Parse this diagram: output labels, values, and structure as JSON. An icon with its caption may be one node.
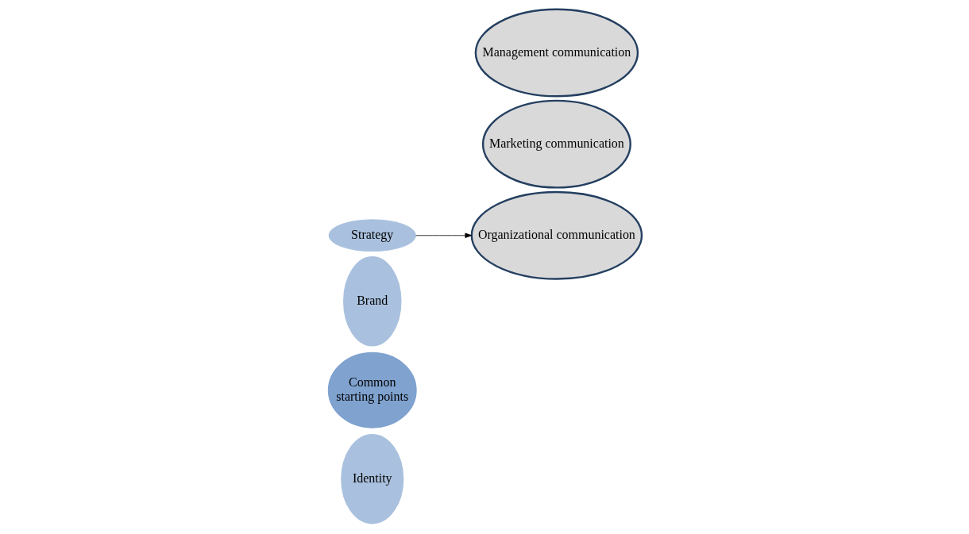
{
  "diagram": {
    "nodes": [
      {
        "text": [
          "Strategy"
        ]
      },
      {
        "text": [
          "Brand"
        ]
      },
      {
        "text": [
          "Common starting points"
        ]
      },
      {
        "text": [
          "Identity"
        ]
      },
      {
        "text": [
          "Management communication"
        ]
      },
      {
        "text": [
          "Marketing communication"
        ]
      },
      {
        "text": [
          "Organizational communication"
        ]
      }
    ],
    "edges": [
      {
        "from": 0,
        "to": 6,
        "arrow": "to"
      }
    ]
  }
}
